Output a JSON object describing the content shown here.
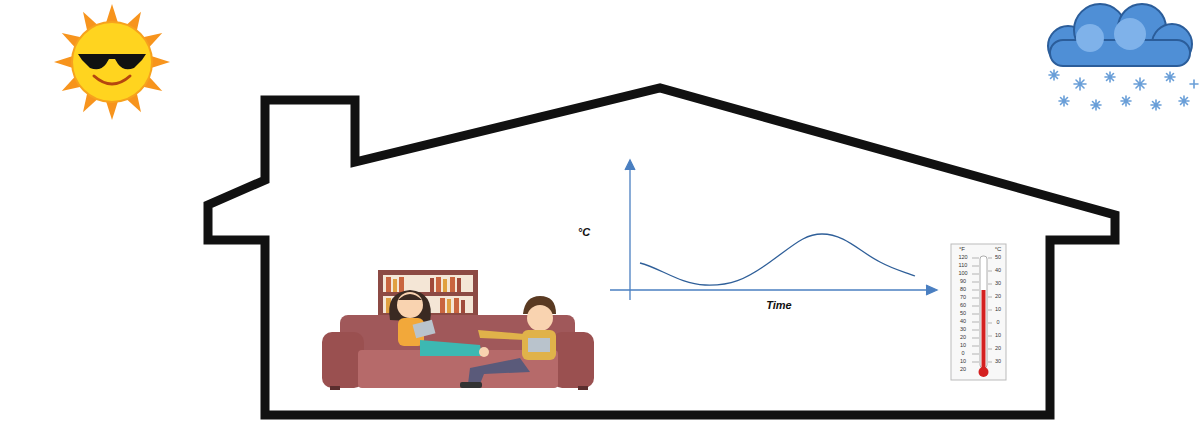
{
  "diagram": {
    "labels": [
      "°C",
      "Time",
      "°F",
      "°C",
      "120",
      "110",
      "100",
      "90",
      "80",
      "70",
      "60",
      "50",
      "40",
      "30",
      "20",
      "10",
      "0",
      "10",
      "20",
      "50",
      "40",
      "30",
      "20",
      "10",
      "0",
      "10",
      "20",
      "30"
    ]
  }
}
